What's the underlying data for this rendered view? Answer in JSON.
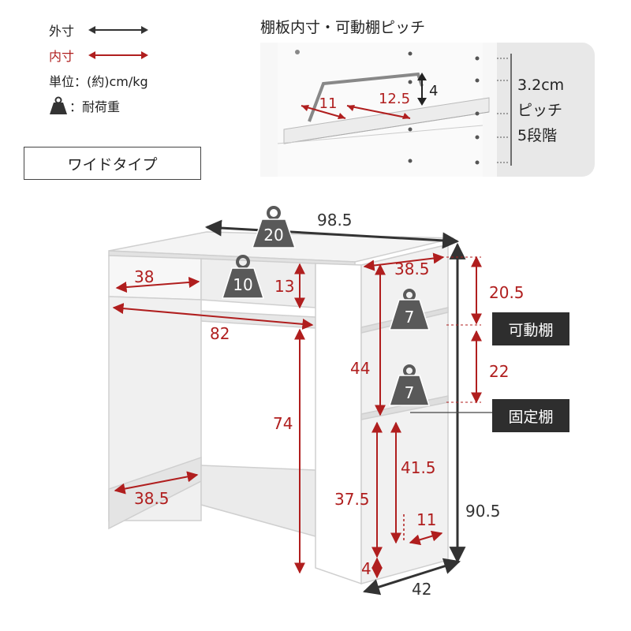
{
  "legend": {
    "outer_label": "外寸",
    "inner_label": "内寸",
    "unit_label": "単位：(約)cm/kg",
    "load_label": "：耐荷重"
  },
  "type_label": "ワイドタイプ",
  "detail": {
    "title": "棚板内寸・可動棚ピッチ",
    "depth": "11",
    "width": "12.5",
    "height": "4",
    "pitch_line1": "3.2cm",
    "pitch_line2": "ピッチ",
    "pitch_line3": "5段階"
  },
  "loads": {
    "top": "20",
    "upper_shelf": "10",
    "movable_shelf": "7",
    "fixed_shelf": "7"
  },
  "dimensions": {
    "width": "98.5",
    "height": "90.5",
    "depth": "42",
    "top_shelf_depth": "38",
    "top_shelf_height": "13",
    "inner_width": "82",
    "inner_height": "74",
    "side_depth": "38.5",
    "right_shelf_width": "38.5",
    "right_upper_height": "20.5",
    "right_middle_height": "22",
    "right_total_height": "44",
    "right_lower_height": "41.5",
    "right_lower_total": "37.5",
    "bottom_gap": "4",
    "bottom_depth": "11"
  },
  "tags": {
    "movable": "可動棚",
    "fixed": "固定棚"
  },
  "colors": {
    "outer_arrow": "#333333",
    "inner_arrow": "#b01e1e",
    "tag_bg": "#2e2e2e",
    "weight_icon": "#595959"
  }
}
